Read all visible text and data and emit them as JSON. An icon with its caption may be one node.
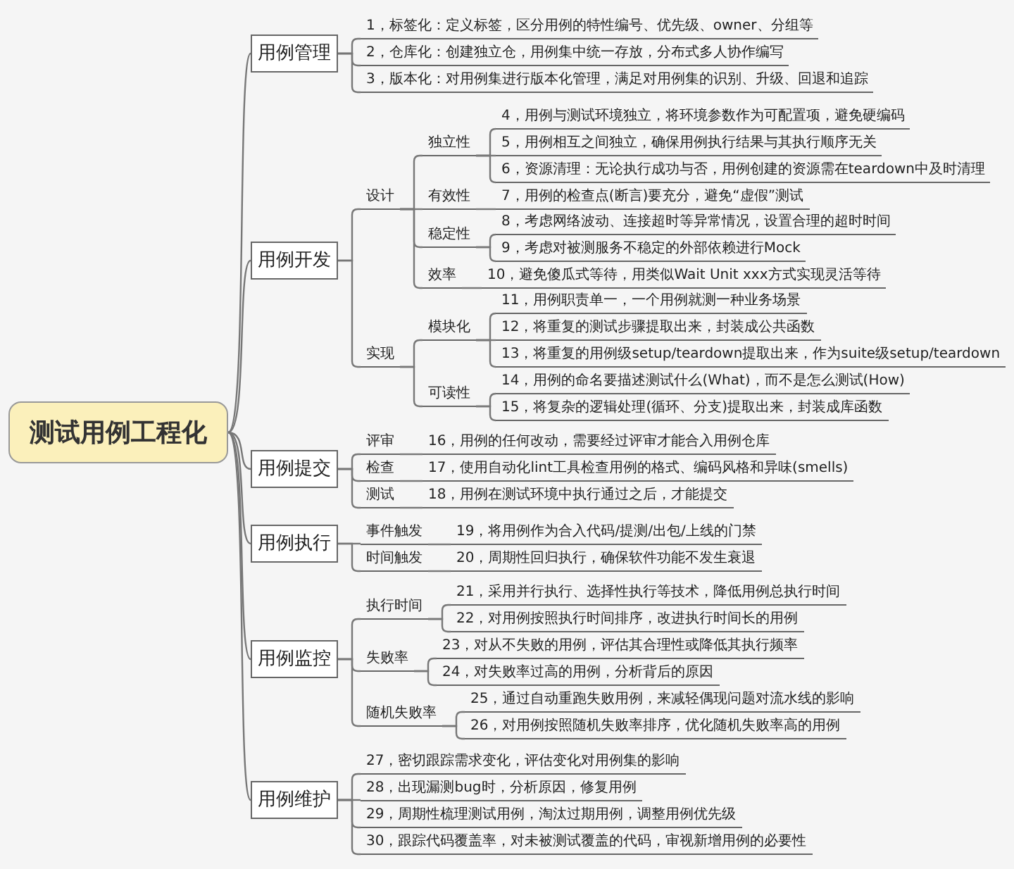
{
  "diagram": {
    "nodes": [
      {
        "text": [
          "测试用例工程化"
        ]
      },
      {
        "text": [
          "用例管理"
        ]
      },
      {
        "text": [
          "1，标签化：定义标签，区分用例的特性编号、优先级、owner、分组等"
        ]
      },
      {
        "text": [
          "2，仓库化：创建独立仓，用例集中统一存放，分布式多人协作编写"
        ]
      },
      {
        "text": [
          "3，版本化：对用例集进行版本化管理，满足对用例集的识别、升级、回退和追踪"
        ]
      },
      {
        "text": [
          "用例开发"
        ]
      },
      {
        "text": [
          "设计"
        ]
      },
      {
        "text": [
          "独立性"
        ]
      },
      {
        "text": [
          "4，用例与测试环境独立，将环境参数作为可配置项，避免硬编码"
        ]
      },
      {
        "text": [
          "5，用例相互之间独立，确保用例执行结果与其执行顺序无关"
        ]
      },
      {
        "text": [
          "6，资源清理：无论执行成功与否，用例创建的资源需在teardown中及时清理"
        ]
      },
      {
        "text": [
          "有效性"
        ]
      },
      {
        "text": [
          "7，用例的检查点(断言)要充分，避免“虚假”测试"
        ]
      },
      {
        "text": [
          "稳定性"
        ]
      },
      {
        "text": [
          "8，考虑网络波动、连接超时等异常情况，设置合理的超时时间"
        ]
      },
      {
        "text": [
          "9，考虑对被测服务不稳定的外部依赖进行Mock"
        ]
      },
      {
        "text": [
          "效率"
        ]
      },
      {
        "text": [
          "10，避免傻瓜式等待，用类似Wait Unit xxx方式实现灵活等待"
        ]
      },
      {
        "text": [
          "实现"
        ]
      },
      {
        "text": [
          "模块化"
        ]
      },
      {
        "text": [
          "11，用例职责单一，一个用例就测一种业务场景"
        ]
      },
      {
        "text": [
          "12，将重复的测试步骤提取出来，封装成公共函数"
        ]
      },
      {
        "text": [
          "13，将重复的用例级setup/teardown提取出来，作为suite级setup/teardown"
        ]
      },
      {
        "text": [
          "可读性"
        ]
      },
      {
        "text": [
          "14，用例的命名要描述测试什么(What)，而不是怎么测试(How)"
        ]
      },
      {
        "text": [
          "15，将复杂的逻辑处理(循环、分支)提取出来，封装成库函数"
        ]
      },
      {
        "text": [
          "用例提交"
        ]
      },
      {
        "text": [
          "评审"
        ]
      },
      {
        "text": [
          "16，用例的任何改动，需要经过评审才能合入用例仓库"
        ]
      },
      {
        "text": [
          "检查"
        ]
      },
      {
        "text": [
          "17，使用自动化lint工具检查用例的格式、编码风格和异味(smells)"
        ]
      },
      {
        "text": [
          "测试"
        ]
      },
      {
        "text": [
          "18，用例在测试环境中执行通过之后，才能提交"
        ]
      },
      {
        "text": [
          "用例执行"
        ]
      },
      {
        "text": [
          "事件触发"
        ]
      },
      {
        "text": [
          "19，将用例作为合入代码/提测/出包/上线的门禁"
        ]
      },
      {
        "text": [
          "时间触发"
        ]
      },
      {
        "text": [
          "20，周期性回归执行，确保软件功能不发生衰退"
        ]
      },
      {
        "text": [
          "用例监控"
        ]
      },
      {
        "text": [
          "执行时间"
        ]
      },
      {
        "text": [
          "21，采用并行执行、选择性执行等技术，降低用例总执行时间"
        ]
      },
      {
        "text": [
          "22，对用例按照执行时间排序，改进执行时间长的用例"
        ]
      },
      {
        "text": [
          "失败率"
        ]
      },
      {
        "text": [
          "23，对从不失败的用例，评估其合理性或降低其执行频率"
        ]
      },
      {
        "text": [
          "24，对失败率过高的用例，分析背后的原因"
        ]
      },
      {
        "text": [
          "随机失败率"
        ]
      },
      {
        "text": [
          "25，通过自动重跑失败用例，来减轻偶现问题对流水线的影响"
        ]
      },
      {
        "text": [
          "26，对用例按照随机失败率排序，优化随机失败率高的用例"
        ]
      },
      {
        "text": [
          "用例维护"
        ]
      },
      {
        "text": [
          "27，密切跟踪需求变化，评估变化对用例集的影响"
        ]
      },
      {
        "text": [
          "28，出现漏测bug时，分析原因，修复用例"
        ]
      },
      {
        "text": [
          "29，周期性梳理测试用例，淘汰过期用例，调整用例优先级"
        ]
      },
      {
        "text": [
          "30，跟踪代码覆盖率，对未被测试覆盖的代码，审视新增用例的必要性"
        ]
      }
    ],
    "edges": [
      {
        "from": 0,
        "to": 1,
        "arrow": "none"
      },
      {
        "from": 1,
        "to": 2,
        "arrow": "none"
      },
      {
        "from": 1,
        "to": 3,
        "arrow": "none"
      },
      {
        "from": 1,
        "to": 4,
        "arrow": "none"
      },
      {
        "from": 0,
        "to": 5,
        "arrow": "none"
      },
      {
        "from": 5,
        "to": 6,
        "arrow": "none"
      },
      {
        "from": 6,
        "to": 7,
        "arrow": "none"
      },
      {
        "from": 7,
        "to": 8,
        "arrow": "none"
      },
      {
        "from": 7,
        "to": 9,
        "arrow": "none"
      },
      {
        "from": 7,
        "to": 10,
        "arrow": "none"
      },
      {
        "from": 6,
        "to": 11,
        "arrow": "none"
      },
      {
        "from": 11,
        "to": 12,
        "arrow": "none"
      },
      {
        "from": 6,
        "to": 13,
        "arrow": "none"
      },
      {
        "from": 13,
        "to": 14,
        "arrow": "none"
      },
      {
        "from": 13,
        "to": 15,
        "arrow": "none"
      },
      {
        "from": 6,
        "to": 16,
        "arrow": "none"
      },
      {
        "from": 16,
        "to": 17,
        "arrow": "none"
      },
      {
        "from": 5,
        "to": 18,
        "arrow": "none"
      },
      {
        "from": 18,
        "to": 19,
        "arrow": "none"
      },
      {
        "from": 19,
        "to": 20,
        "arrow": "none"
      },
      {
        "from": 19,
        "to": 21,
        "arrow": "none"
      },
      {
        "from": 19,
        "to": 22,
        "arrow": "none"
      },
      {
        "from": 18,
        "to": 23,
        "arrow": "none"
      },
      {
        "from": 23,
        "to": 24,
        "arrow": "none"
      },
      {
        "from": 23,
        "to": 25,
        "arrow": "none"
      },
      {
        "from": 0,
        "to": 26,
        "arrow": "none"
      },
      {
        "from": 26,
        "to": 27,
        "arrow": "none"
      },
      {
        "from": 27,
        "to": 28,
        "arrow": "none"
      },
      {
        "from": 26,
        "to": 29,
        "arrow": "none"
      },
      {
        "from": 29,
        "to": 30,
        "arrow": "none"
      },
      {
        "from": 26,
        "to": 31,
        "arrow": "none"
      },
      {
        "from": 31,
        "to": 32,
        "arrow": "none"
      },
      {
        "from": 0,
        "to": 33,
        "arrow": "none"
      },
      {
        "from": 33,
        "to": 34,
        "arrow": "none"
      },
      {
        "from": 34,
        "to": 35,
        "arrow": "none"
      },
      {
        "from": 33,
        "to": 36,
        "arrow": "none"
      },
      {
        "from": 36,
        "to": 37,
        "arrow": "none"
      },
      {
        "from": 0,
        "to": 38,
        "arrow": "none"
      },
      {
        "from": 38,
        "to": 39,
        "arrow": "none"
      },
      {
        "from": 39,
        "to": 40,
        "arrow": "none"
      },
      {
        "from": 39,
        "to": 41,
        "arrow": "none"
      },
      {
        "from": 38,
        "to": 42,
        "arrow": "none"
      },
      {
        "from": 42,
        "to": 43,
        "arrow": "none"
      },
      {
        "from": 42,
        "to": 44,
        "arrow": "none"
      },
      {
        "from": 38,
        "to": 45,
        "arrow": "none"
      },
      {
        "from": 45,
        "to": 46,
        "arrow": "none"
      },
      {
        "from": 45,
        "to": 47,
        "arrow": "none"
      },
      {
        "from": 0,
        "to": 48,
        "arrow": "none"
      },
      {
        "from": 48,
        "to": 49,
        "arrow": "none"
      },
      {
        "from": 48,
        "to": 50,
        "arrow": "none"
      },
      {
        "from": 48,
        "to": 51,
        "arrow": "none"
      },
      {
        "from": 48,
        "to": 52,
        "arrow": "none"
      }
    ]
  }
}
